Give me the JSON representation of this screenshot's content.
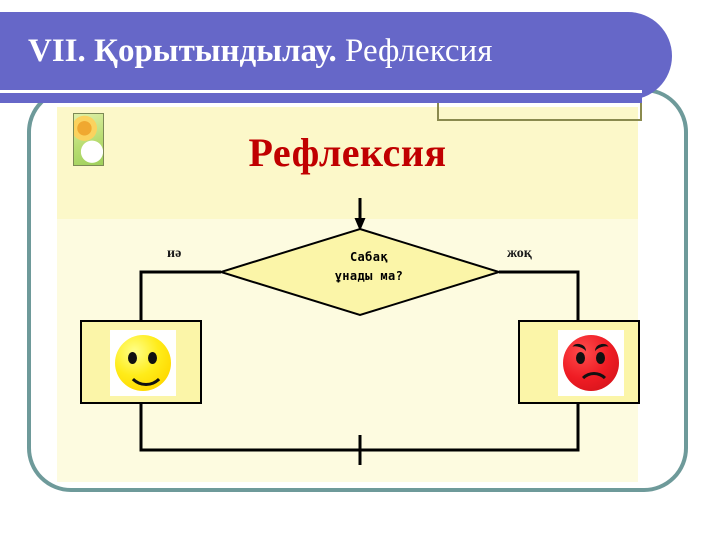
{
  "slide": {
    "title_strong": "VII. Қорытындылау.",
    "title_light": "Рефлексия",
    "heading": "Рефлексия"
  },
  "colors": {
    "banner": "#6667c8",
    "frame_border": "#6e9a9a",
    "panel_background": "#fdfbe0",
    "heading_text": "#c00000",
    "node_fill": "#fbf5a8",
    "happy_face": "#ffd900",
    "sad_face": "#ef1c24",
    "connector": "#000000",
    "olive_rule": "#8a8a4e"
  },
  "flowchart": {
    "decision": {
      "line1": "Сабақ",
      "line2": "ұнады ма?"
    },
    "branches": [
      {
        "label": "иә",
        "side": "left",
        "outcome": "happy-face"
      },
      {
        "label": "жоқ",
        "side": "right",
        "outcome": "sad-face"
      }
    ],
    "outcomes": {
      "happy_icon": "smiley-happy-icon",
      "sad_icon": "smiley-sad-icon"
    }
  },
  "decorations": {
    "flower_image": "flower-decoration-image"
  }
}
